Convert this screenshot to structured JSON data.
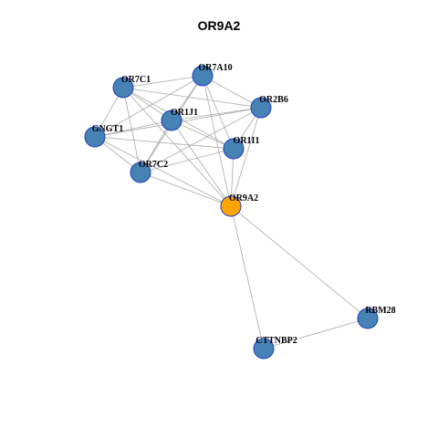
{
  "title": "OR9A2",
  "colors": {
    "edge": "#aaaaaa",
    "node_stroke": "#1f3fbf",
    "node_default": "#4682b4",
    "node_query": "#ffa500"
  },
  "nodes": [
    {
      "id": "OR7A10",
      "label": "OR7A10",
      "role": "default"
    },
    {
      "id": "OR7C1",
      "label": "OR7C1",
      "role": "default"
    },
    {
      "id": "OR2B6",
      "label": "OR2B6",
      "role": "default"
    },
    {
      "id": "OR1J1",
      "label": "OR1J1",
      "role": "default"
    },
    {
      "id": "GNGT1",
      "label": "GNGT1",
      "role": "default"
    },
    {
      "id": "OR1I1",
      "label": "OR1I1",
      "role": "default"
    },
    {
      "id": "OR7C2",
      "label": "OR7C2",
      "role": "default"
    },
    {
      "id": "OR9A2",
      "label": "OR9A2",
      "role": "query"
    },
    {
      "id": "RBM28",
      "label": "RBM28",
      "role": "default"
    },
    {
      "id": "CTTNBP2",
      "label": "CTTNBP2",
      "role": "default"
    }
  ],
  "edges": [
    [
      "OR7C1",
      "OR7A10"
    ],
    [
      "OR7C1",
      "OR2B6"
    ],
    [
      "OR7C1",
      "OR1J1"
    ],
    [
      "OR7C1",
      "GNGT1"
    ],
    [
      "OR7C1",
      "OR1I1"
    ],
    [
      "OR7C1",
      "OR7C2"
    ],
    [
      "OR7C1",
      "OR9A2"
    ],
    [
      "OR7A10",
      "OR2B6"
    ],
    [
      "OR7A10",
      "OR1J1"
    ],
    [
      "OR7A10",
      "GNGT1"
    ],
    [
      "OR7A10",
      "OR1I1"
    ],
    [
      "OR7A10",
      "OR7C2"
    ],
    [
      "OR7A10",
      "OR9A2"
    ],
    [
      "OR2B6",
      "OR1J1"
    ],
    [
      "OR2B6",
      "GNGT1"
    ],
    [
      "OR2B6",
      "OR1I1"
    ],
    [
      "OR2B6",
      "OR7C2"
    ],
    [
      "OR2B6",
      "OR9A2"
    ],
    [
      "OR1J1",
      "GNGT1"
    ],
    [
      "OR1J1",
      "OR1I1"
    ],
    [
      "OR1J1",
      "OR7C2"
    ],
    [
      "OR1J1",
      "OR9A2"
    ],
    [
      "GNGT1",
      "OR1I1"
    ],
    [
      "GNGT1",
      "OR7C2"
    ],
    [
      "GNGT1",
      "OR9A2"
    ],
    [
      "OR1I1",
      "OR7C2"
    ],
    [
      "OR1I1",
      "OR9A2"
    ],
    [
      "OR7C2",
      "OR9A2"
    ],
    [
      "OR9A2",
      "RBM28"
    ],
    [
      "OR9A2",
      "CTTNBP2"
    ],
    [
      "RBM28",
      "CTTNBP2"
    ]
  ]
}
